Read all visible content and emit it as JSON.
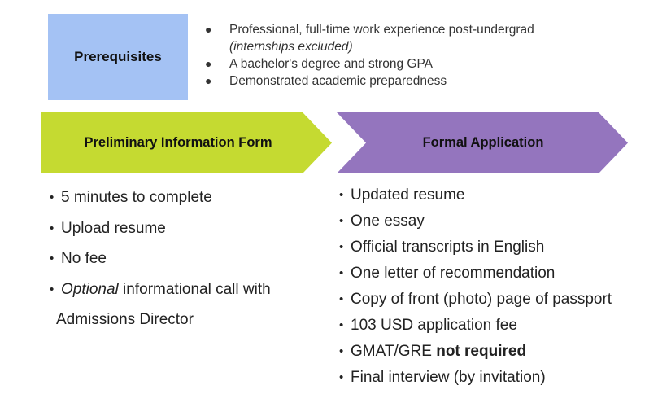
{
  "colors": {
    "prerequisites_box": "#a4c2f4",
    "preliminary_arrow": "#c5da31",
    "formal_arrow": "#9475be",
    "text": "#222222"
  },
  "prerequisites": {
    "title": "Prerequisites",
    "items": [
      {
        "text": "Professional, full-time work experience post-undergrad",
        "note": "(internships excluded)"
      },
      {
        "text": "A bachelor's degree and strong GPA"
      },
      {
        "text": "Demonstrated academic preparedness"
      }
    ]
  },
  "steps": [
    {
      "title": "Preliminary Information Form",
      "items": [
        {
          "text": "5 minutes to complete"
        },
        {
          "text": "Upload resume"
        },
        {
          "text": "No fee"
        },
        {
          "italic": "Optional",
          "text": " informational call with",
          "continuation": "Admissions Director"
        }
      ]
    },
    {
      "title": "Formal Application",
      "items": [
        {
          "text": "Updated resume"
        },
        {
          "text": "One essay"
        },
        {
          "text": "Official transcripts in English"
        },
        {
          "text": "One letter of recommendation"
        },
        {
          "text": "Copy of front (photo) page of passport"
        },
        {
          "text": "103 USD application fee"
        },
        {
          "text": "GMAT/GRE ",
          "bold": "not required"
        },
        {
          "text": "Final interview (by invitation)"
        }
      ]
    }
  ]
}
